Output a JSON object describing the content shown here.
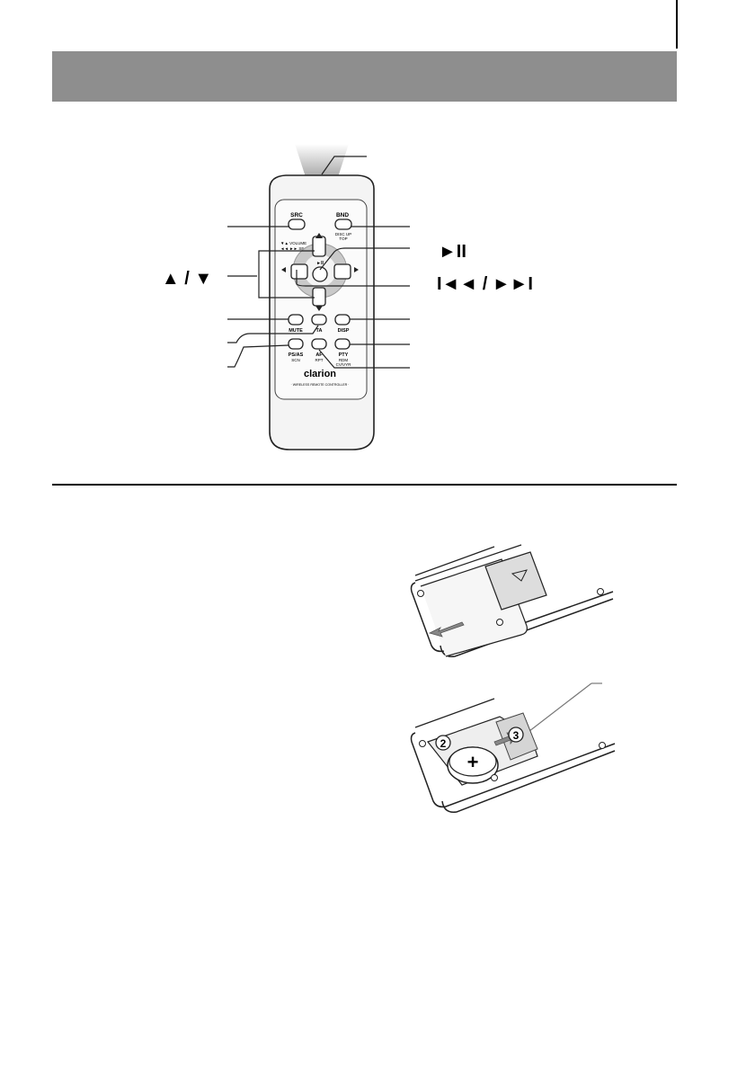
{
  "remote": {
    "buttons": {
      "src": "SRC",
      "bnd": "BND",
      "bnd_sub": "DISC UP",
      "bnd_sub2": "TOP",
      "mute": "MUTE",
      "ta": "TA",
      "disp": "DISP",
      "psas": "PS/AS",
      "psas_sub": "SCN",
      "af": "AF",
      "af_sub": "RPT",
      "pty": "PTY",
      "pty_sub": "RDM",
      "pty_sub2": "CV/VYR"
    },
    "volume_label": "▼▲ VOLUME",
    "search_label": "◄◄ ►► SEARCH",
    "center_mark": "►II",
    "brand": "clarion",
    "tagline": "· WIRELESS REMOTE CONTROLLER ·"
  },
  "callouts": {
    "up_down": "▲ / ▼",
    "play_pause": "►II",
    "prev_next": "I◄◄ / ►►I"
  },
  "battery_steps": [
    "2",
    "3"
  ],
  "battery_symbol": "+",
  "colors": {
    "banner": "#8e8e8e",
    "ink": "#222222",
    "remote_body": "#f3f3f3",
    "signal_gray": "#bdbdbd"
  }
}
